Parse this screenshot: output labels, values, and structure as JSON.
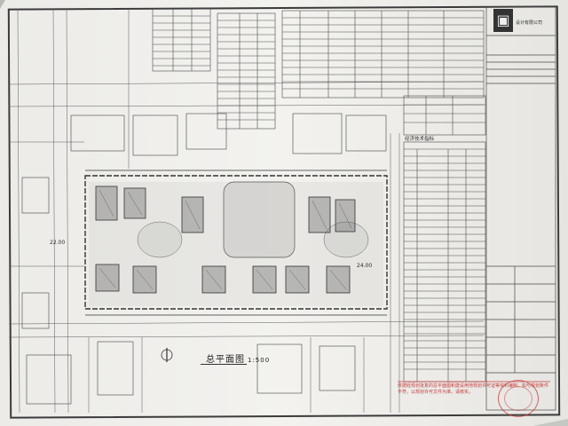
{
  "drawing": {
    "title": "总平面图",
    "scale": "1:500",
    "section_title": "经济技术指标",
    "dimension_left": "22.00",
    "dimension_right": "24.00",
    "note_text": "依据经规划批复的总平面图和建设用地规划许可证等资料编制，如与规划条件不符，以规划许可文件为准，请核实。",
    "company": "设计有限公司"
  },
  "colors": {
    "line": "#3b3b3b",
    "stamp": "#c83c3c",
    "paper": "#f0efec"
  }
}
